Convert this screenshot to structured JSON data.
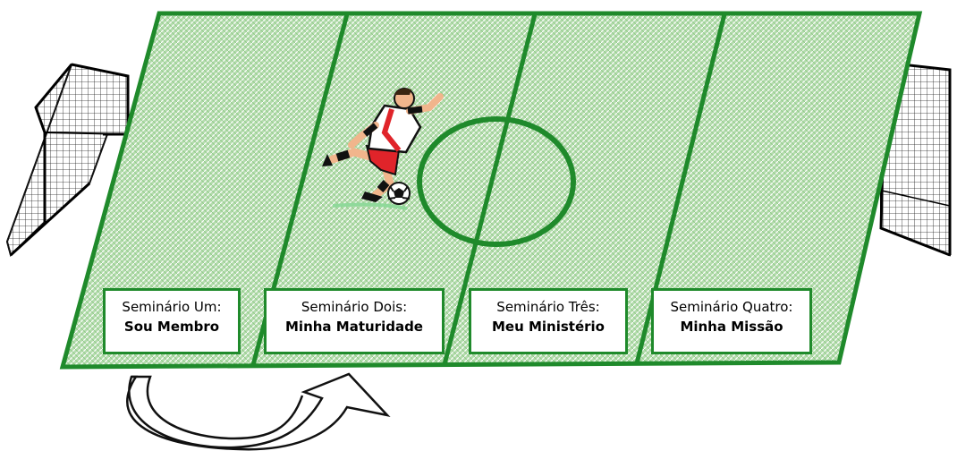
{
  "field": {
    "color": "#1f8a2b",
    "fill_color": "#a7d7a0",
    "stripe_color": "#ffffff"
  },
  "seminars": [
    {
      "title": "Seminário Um:",
      "subtitle": "Sou Membro"
    },
    {
      "title": "Seminário Dois:",
      "subtitle": "Minha Maturidade"
    },
    {
      "title": "Seminário Três:",
      "subtitle": "Meu Ministério"
    },
    {
      "title": "Seminário Quatro:",
      "subtitle": "Minha Missão"
    }
  ],
  "icons": {
    "left_goal": "goal-net-icon",
    "right_goal": "goal-net-icon",
    "player": "soccer-player-icon",
    "ball": "soccer-ball-icon",
    "arrow": "curved-arrow-icon"
  }
}
